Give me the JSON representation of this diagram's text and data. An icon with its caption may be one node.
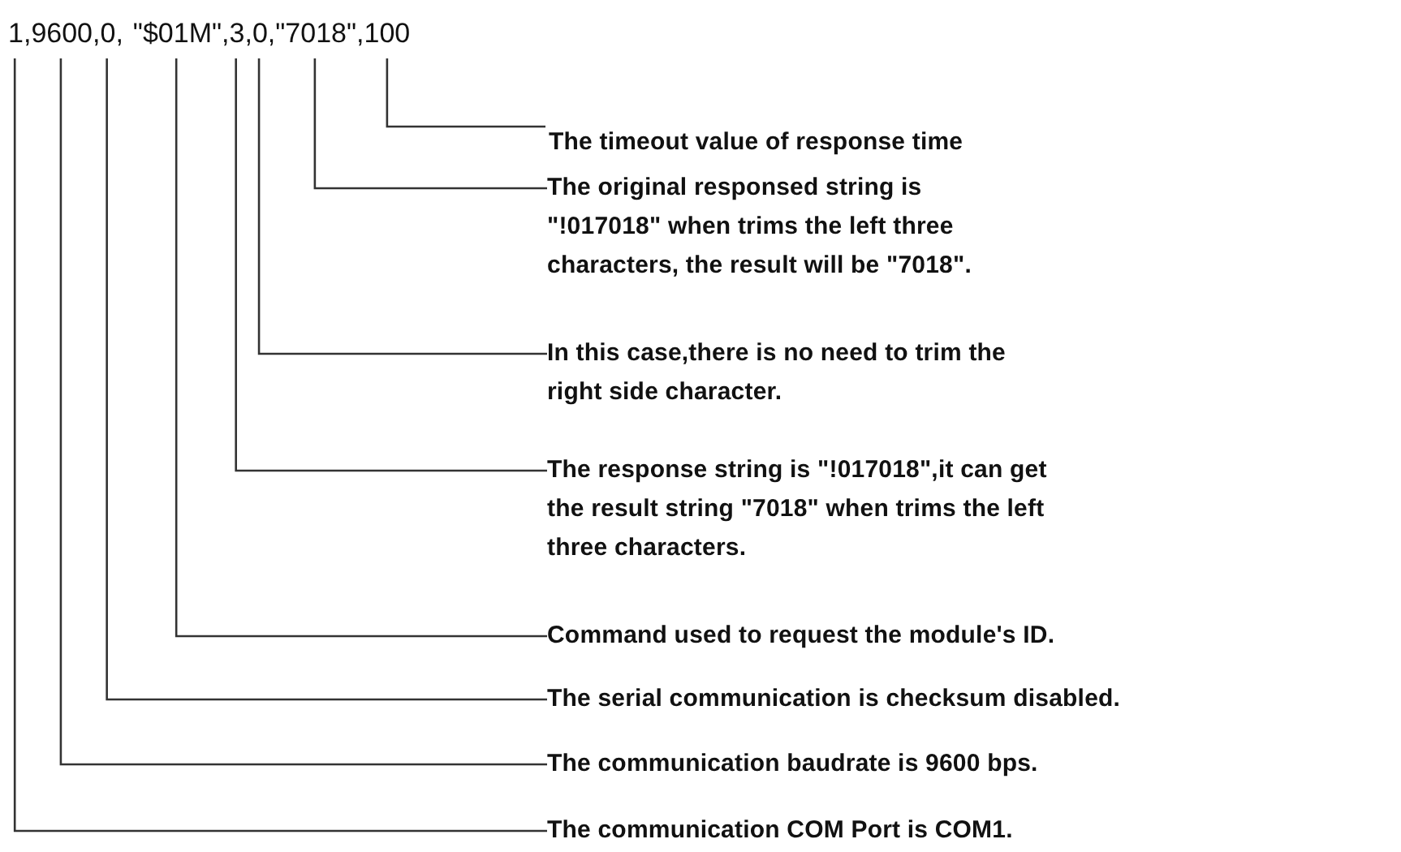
{
  "diagram": {
    "nodes": [
      {
        "text": [
          "1,"
        ]
      },
      {
        "text": [
          "9600,"
        ]
      },
      {
        "text": [
          "0,"
        ]
      },
      {
        "text": [
          "\"$01M\","
        ]
      },
      {
        "text": [
          "3,"
        ]
      },
      {
        "text": [
          "0,"
        ]
      },
      {
        "text": [
          "\"7018\","
        ]
      },
      {
        "text": [
          "100"
        ]
      },
      {
        "text": [
          "The timeout value of response time"
        ]
      },
      {
        "text": [
          "The original responsed string is \"!017018\" when trims the left three characters, the result will be \"7018\"."
        ]
      },
      {
        "text": [
          "In this case,there is no need to trim the right side character."
        ]
      },
      {
        "text": [
          "The response string is \"!017018\",it can get the result string \"7018\" when trims the left three characters."
        ]
      },
      {
        "text": [
          "Command used to request the module's ID."
        ]
      },
      {
        "text": [
          "The serial communication is checksum disabled."
        ]
      },
      {
        "text": [
          "The communication baudrate is 9600 bps."
        ]
      },
      {
        "text": [
          "The communication COM Port is COM1."
        ]
      }
    ],
    "edges": [
      {
        "from": 8,
        "to": 7,
        "arrow": "none"
      },
      {
        "from": 9,
        "to": 6,
        "arrow": "none"
      },
      {
        "from": 10,
        "to": 5,
        "arrow": "none"
      },
      {
        "from": 11,
        "to": 4,
        "arrow": "none"
      },
      {
        "from": 12,
        "to": 3,
        "arrow": "none"
      },
      {
        "from": 13,
        "to": 2,
        "arrow": "none"
      },
      {
        "from": 14,
        "to": 1,
        "arrow": "none"
      },
      {
        "from": 15,
        "to": 0,
        "arrow": "none"
      }
    ]
  }
}
